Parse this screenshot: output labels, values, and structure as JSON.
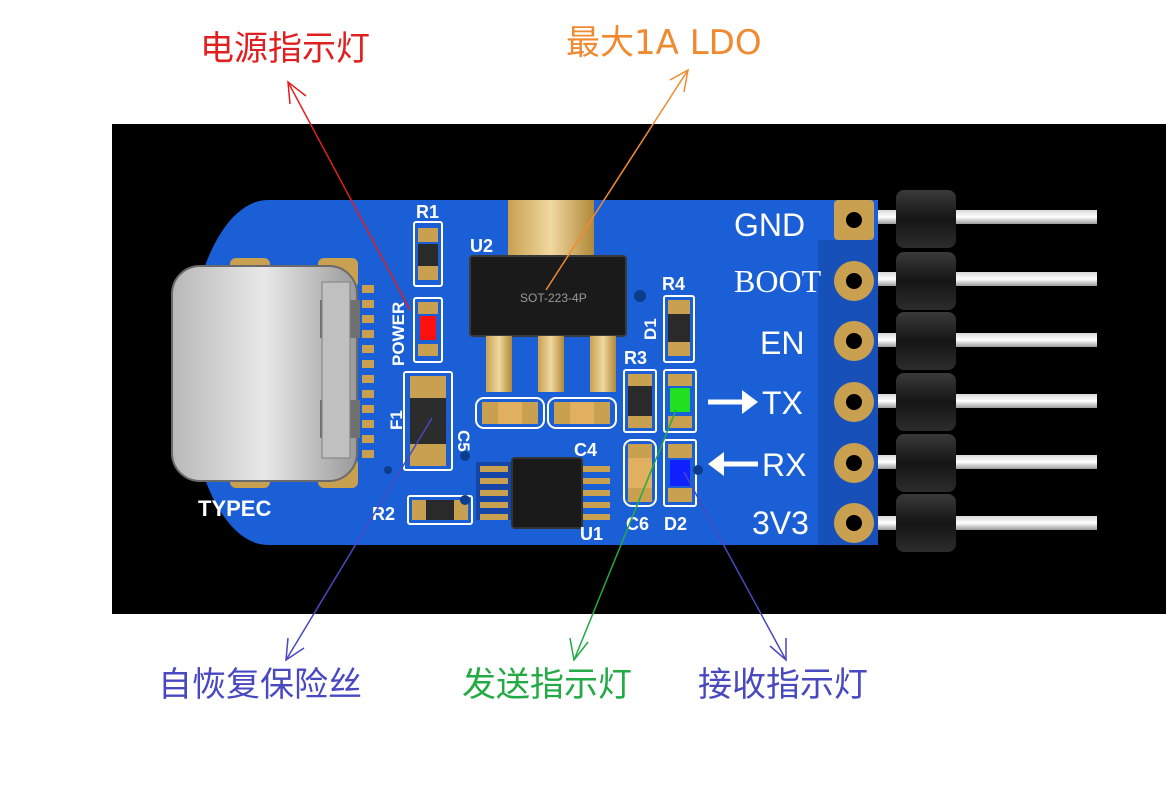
{
  "callouts": {
    "power_led": "电源指示灯",
    "ldo": "最大1A LDO",
    "fuse": "自恢复保险丝",
    "tx_led": "发送指示灯",
    "rx_led": "接收指示灯"
  },
  "pins": [
    {
      "label": "GND"
    },
    {
      "label": "BOOT"
    },
    {
      "label": "EN"
    },
    {
      "label": "TX"
    },
    {
      "label": "RX"
    },
    {
      "label": "3V3"
    }
  ],
  "silkscreen": {
    "r1": "R1",
    "r2": "R2",
    "r3": "R3",
    "r4": "R4",
    "u1": "U1",
    "u2": "U2",
    "c4": "C4",
    "c5": "C5",
    "c6": "C6",
    "d1": "D1",
    "d2": "D2",
    "f1": "F1",
    "power": "POWER",
    "typec": "TYPEC",
    "u2_package": "SOT-223-4P"
  },
  "colors": {
    "power_callout": "#e02020",
    "ldo_callout": "#f08a30",
    "fuse_callout": "#4848c0",
    "tx_callout": "#22aa44",
    "rx_callout": "#4848c0",
    "board": "#1a5fd6",
    "background_band": "#000000",
    "pad_gold": "#c9a050",
    "power_led": "#ff1010",
    "tx_led": "#20e020",
    "rx_led": "#1020ff"
  }
}
